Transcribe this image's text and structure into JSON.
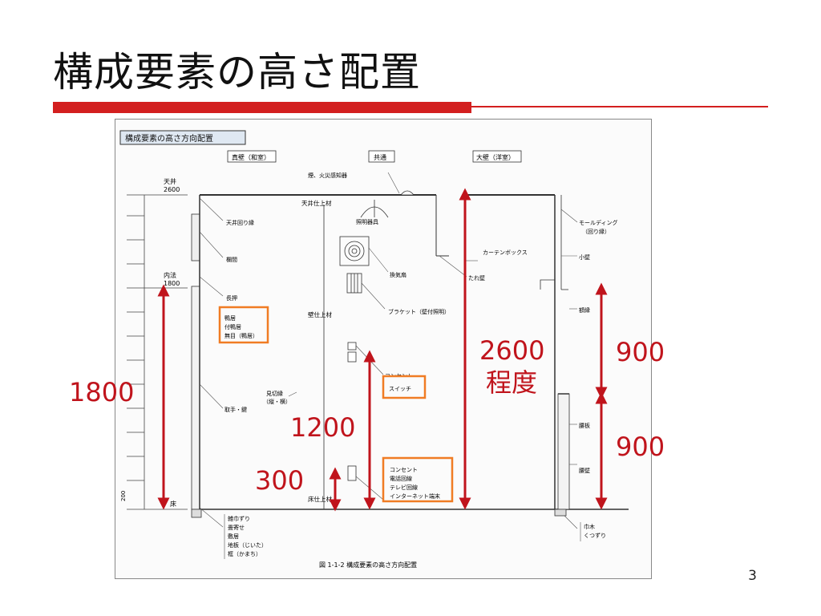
{
  "slide": {
    "title": "構成要素の高さ配置",
    "page_number": "3"
  },
  "figure": {
    "header": "構成要素の高さ方向配置",
    "caption": "図 1-1-2 構成要素の高さ方向配置",
    "columns": {
      "left": "真壁（和室）",
      "center": "共通",
      "right": "大壁（洋室）"
    },
    "scale": {
      "ceiling_label": "天井",
      "ceiling_value": "2600",
      "inner_label": "内法",
      "inner_value": "1800",
      "floor_label": "床",
      "base_value": "200"
    },
    "labels": {
      "smoke_detector": "煙、火災感知器",
      "ceiling_finish": "天井仕上材",
      "ceiling_molding": "天井回り縁",
      "lighting": "照明器具",
      "transom": "欄間",
      "ventilation_fan": "換気扇",
      "nageshi": "長押",
      "bracket": "ブラケット（壁付照明）",
      "wall_finish": "壁仕上材",
      "kamoi_1": "鴨居",
      "kamoi_2": "付鴨居",
      "kamoi_3": "無目（鴨居）",
      "outlet": "コンセント",
      "switch": "スイッチ",
      "mikiri_1": "見切縁",
      "mikiri_2": "（縦・横）",
      "handle_key": "取手・鍵",
      "outlet_2": "コンセント",
      "phone_line": "電話回線",
      "tv_line": "テレビ回線",
      "internet": "インターネット端末",
      "floor_finish": "床仕上材",
      "zokin_1": "雑巾ずり",
      "zokin_2": "畳寄せ",
      "zokin_3": "敷居",
      "zokin_4": "地板（じいた）",
      "zokin_5": "框（かまち）",
      "molding_1": "モールディング",
      "molding_2": "（回り縁）",
      "curtain_box": "カーテンボックス",
      "small_wall": "小壁",
      "hanging_wall": "たれ壁",
      "frame_edge": "額縁",
      "wainscot_board": "腰板",
      "wainscot_wall": "腰壁",
      "skirting_1": "巾木",
      "skirting_2": "くつずり"
    }
  },
  "annotations": {
    "dim_1800": "1800",
    "dim_1200": "1200",
    "dim_300": "300",
    "dim_2600_line1": "2600",
    "dim_2600_line2": "程度",
    "dim_900_upper": "900",
    "dim_900_lower": "900"
  },
  "colors": {
    "accent_red": "#d31f1f",
    "dimension_red": "#c0141c",
    "highlight_orange": "#f07c24"
  }
}
